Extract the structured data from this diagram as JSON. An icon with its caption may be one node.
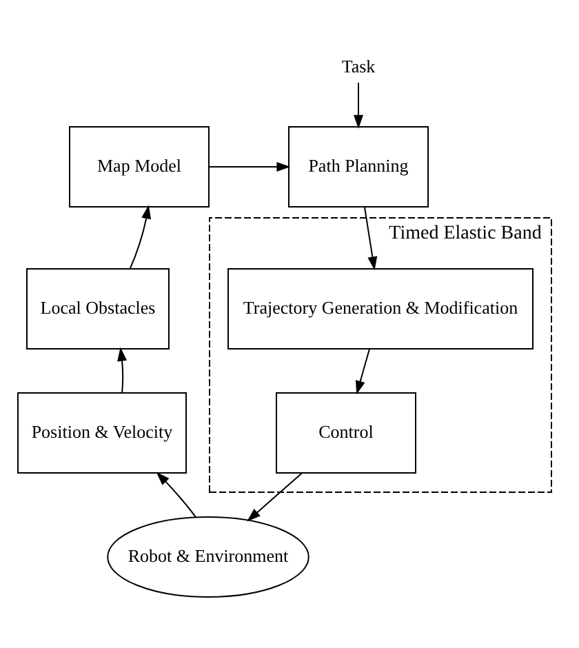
{
  "diagram": {
    "nodes": [
      {
        "text": [
          "Task"
        ]
      },
      {
        "text": [
          "Map Model"
        ]
      },
      {
        "text": [
          "Path Planning"
        ]
      },
      {
        "text": [
          "Timed Elastic Band"
        ]
      },
      {
        "text": [
          "Local Obstacles"
        ]
      },
      {
        "text": [
          "Trajectory Generation & Modification"
        ],
        "in": 3
      },
      {
        "text": [
          "Position & Velocity"
        ]
      },
      {
        "text": [
          "Control"
        ],
        "in": 3
      },
      {
        "text": [
          "Robot & Environment"
        ]
      }
    ],
    "edges": [
      {
        "from": 0,
        "to": 2,
        "arrow": "to"
      },
      {
        "from": 1,
        "to": 2,
        "arrow": "to"
      },
      {
        "from": 2,
        "to": 5,
        "arrow": "to"
      },
      {
        "from": 5,
        "to": 7,
        "arrow": "to"
      },
      {
        "from": 7,
        "to": 8,
        "arrow": "to"
      },
      {
        "from": 8,
        "to": 6,
        "arrow": "to"
      },
      {
        "from": 6,
        "to": 4,
        "arrow": "to"
      },
      {
        "from": 4,
        "to": 1,
        "arrow": "to"
      }
    ]
  }
}
